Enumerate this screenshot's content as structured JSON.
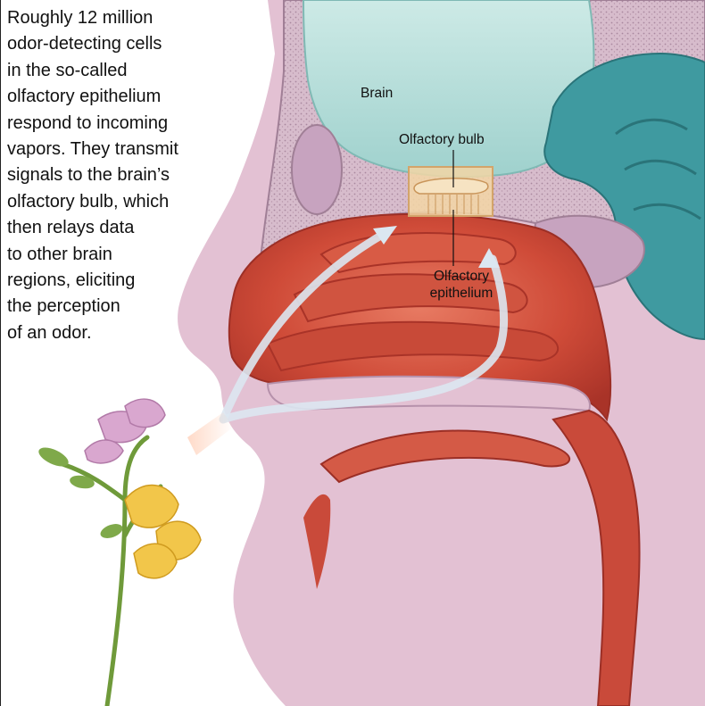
{
  "caption": {
    "lines": [
      "Roughly 12 million",
      "odor-detecting cells",
      "in the so-called",
      "olfactory epithelium",
      "respond to incoming",
      "vapors. They transmit",
      "signals to the brain’s",
      "olfactory bulb, which",
      "then relays data",
      "to other brain",
      "regions, eliciting",
      "the perception",
      "of an odor."
    ]
  },
  "labels": {
    "brain": "Brain",
    "olfactory_bulb": "Olfactory bulb",
    "olfactory_epithelium_line1": "Olfactory",
    "olfactory_epithelium_line2": "epithelium"
  },
  "colors": {
    "brain": "#bfe3e0",
    "cerebellum": "#3f9aa0",
    "tissue": "#dcb4c8",
    "bone": "#c8a6c0",
    "cavity": "#c94a3a",
    "airflow": "#e6eef6",
    "flower_yellow": "#f2c64a",
    "flower_pink": "#d9a7cf",
    "stem": "#6f9a3a"
  }
}
